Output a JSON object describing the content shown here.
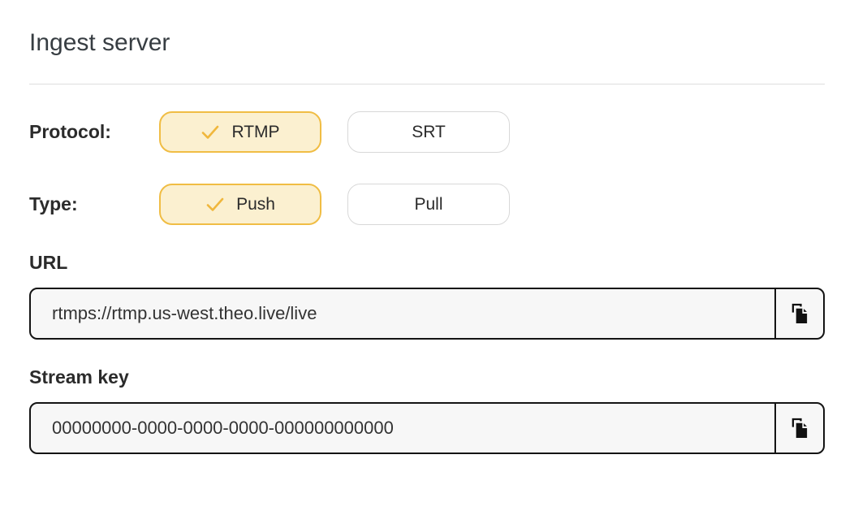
{
  "page": {
    "title": "Ingest server"
  },
  "protocol": {
    "label": "Protocol:",
    "options": [
      {
        "label": "RTMP",
        "selected": true
      },
      {
        "label": "SRT",
        "selected": false
      }
    ]
  },
  "stream_type": {
    "label": "Type:",
    "options": [
      {
        "label": "Push",
        "selected": true
      },
      {
        "label": "Pull",
        "selected": false
      }
    ]
  },
  "url_field": {
    "label": "URL",
    "value": "rtmps://rtmp.us-west.theo.live/live"
  },
  "stream_key_field": {
    "label": "Stream key",
    "value": "00000000-0000-0000-0000-000000000000"
  },
  "icons": {
    "selected_option": "check-icon",
    "copy_to_clipboard": "copy-icon"
  },
  "colors": {
    "accent_border": "#F0BD44",
    "accent_background": "#FBF0D0",
    "accent_check": "#F0B73C",
    "input_border": "#141414",
    "input_background": "#f7f7f7",
    "divider": "#dddddd"
  }
}
